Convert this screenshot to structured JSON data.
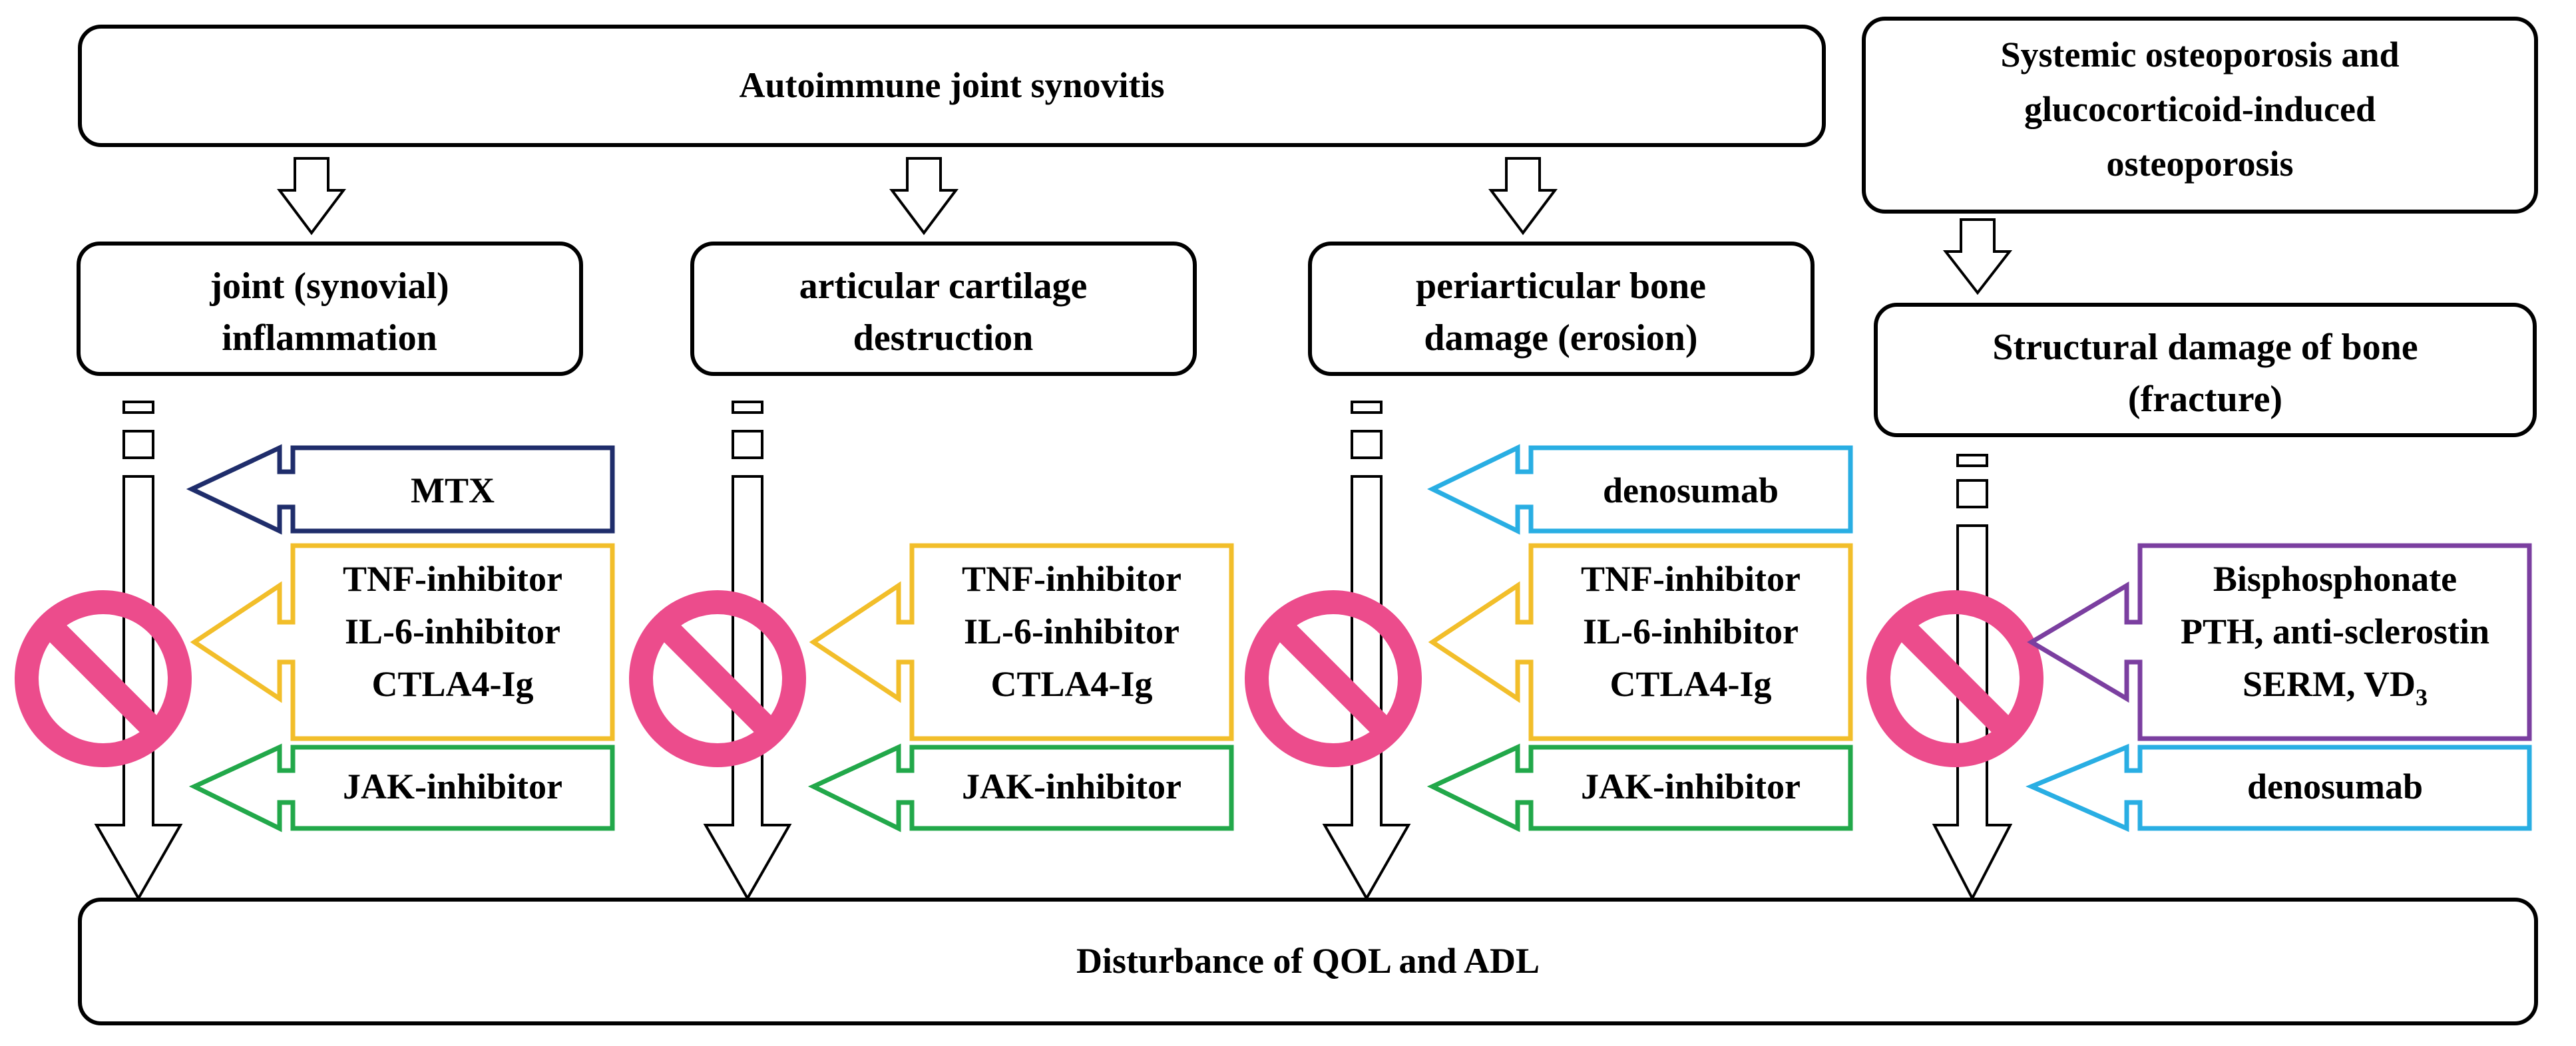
{
  "colors": {
    "navy": "#1f2d6b",
    "yellow": "#f2be2a",
    "green": "#22a84a",
    "sky": "#29aee3",
    "purple": "#7b3fa0",
    "prohibit": "#ec4c8c"
  },
  "top_box": "Autoimmune joint synovitis",
  "right_top_box": [
    "Systemic osteoporosis and",
    "glucocorticoid-induced",
    "osteoporosis"
  ],
  "col1": {
    "lines": [
      "joint (synovial)",
      "inflammation"
    ],
    "drug_a": "MTX",
    "drug_b": [
      "TNF-inhibitor",
      "IL-6-inhibitor",
      "CTLA4-Ig"
    ],
    "drug_c": "JAK-inhibitor"
  },
  "col2": {
    "lines": [
      "articular cartilage",
      "destruction"
    ],
    "drug_b": [
      "TNF-inhibitor",
      "IL-6-inhibitor",
      "CTLA4-Ig"
    ],
    "drug_c": "JAK-inhibitor"
  },
  "col3": {
    "lines": [
      "periarticular bone",
      "damage (erosion)"
    ],
    "drug_a": "denosumab",
    "drug_b": [
      "TNF-inhibitor",
      "IL-6-inhibitor",
      "CTLA4-Ig"
    ],
    "drug_c": "JAK-inhibitor"
  },
  "col4": {
    "lines": [
      "Structural damage of bone",
      "(fracture)"
    ],
    "drug_b": [
      "Bisphosphonate",
      "PTH, anti-sclerostin",
      "SERM, VD",
      "3"
    ],
    "drug_c": "denosumab"
  },
  "bottom_box": "Disturbance of QOL and ADL"
}
